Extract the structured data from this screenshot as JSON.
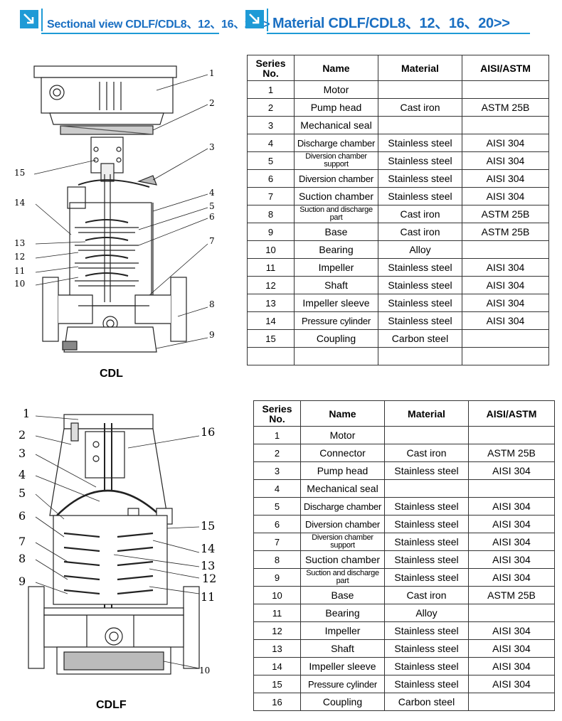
{
  "left_header": {
    "title": "Sectional view CDLF/CDL8、12、16、20>>"
  },
  "right_header": {
    "title": "Material CDLF/CDL8、12、16、20>>"
  },
  "colors": {
    "accent": "#1e9ad6",
    "title_text": "#1a6fc2"
  },
  "diagram_cdl": {
    "caption": "CDL",
    "callouts": [
      "1",
      "2",
      "3",
      "4",
      "5",
      "6",
      "7",
      "8",
      "9",
      "10",
      "11",
      "12",
      "13",
      "14",
      "15"
    ]
  },
  "diagram_cdlf": {
    "caption": "CDLF",
    "callouts": [
      "1",
      "2",
      "3",
      "4",
      "5",
      "6",
      "7",
      "8",
      "9",
      "10",
      "11",
      "12",
      "13",
      "14",
      "15",
      "16"
    ]
  },
  "table_cdl": {
    "headers": [
      "Series No.",
      "Name",
      "Material",
      "AISI/ASTM"
    ],
    "rows": [
      [
        "1",
        "Motor",
        "",
        ""
      ],
      [
        "2",
        "Pump head",
        "Cast iron",
        "ASTM 25B"
      ],
      [
        "3",
        "Mechanical seal",
        "",
        ""
      ],
      [
        "4",
        "Discharge chamber",
        "Stainless steel",
        "AISI 304"
      ],
      [
        "5",
        "Diversion chamber support",
        "Stainless steel",
        "AISI 304"
      ],
      [
        "6",
        "Diversion chamber",
        "Stainless steel",
        "AISI 304"
      ],
      [
        "7",
        "Suction chamber",
        "Stainless steel",
        "AISI 304"
      ],
      [
        "8",
        "Suction and discharge part",
        "Cast iron",
        "ASTM 25B"
      ],
      [
        "9",
        "Base",
        "Cast iron",
        "ASTM 25B"
      ],
      [
        "10",
        "Bearing",
        "Alloy",
        ""
      ],
      [
        "11",
        "Impeller",
        "Stainless steel",
        "AISI 304"
      ],
      [
        "12",
        "Shaft",
        "Stainless steel",
        "AISI 304"
      ],
      [
        "13",
        "Impeller sleeve",
        "Stainless steel",
        "AISI 304"
      ],
      [
        "14",
        "Pressure cylinder",
        "Stainless steel",
        "AISI 304"
      ],
      [
        "15",
        "Coupling",
        "Carbon steel",
        ""
      ],
      [
        "",
        "",
        "",
        ""
      ]
    ]
  },
  "table_cdlf": {
    "headers": [
      "Series No.",
      "Name",
      "Material",
      "AISI/ASTM"
    ],
    "rows": [
      [
        "1",
        "Motor",
        "",
        ""
      ],
      [
        "2",
        "Connector",
        "Cast iron",
        "ASTM 25B"
      ],
      [
        "3",
        "Pump head",
        "Stainless steel",
        "AISI 304"
      ],
      [
        "4",
        "Mechanical seal",
        "",
        ""
      ],
      [
        "5",
        "Discharge chamber",
        "Stainless steel",
        "AISI 304"
      ],
      [
        "6",
        "Diversion chamber",
        "Stainless steel",
        "AISI 304"
      ],
      [
        "7",
        "Diversion chamber support",
        "Stainless steel",
        "AISI 304"
      ],
      [
        "8",
        "Suction chamber",
        "Stainless steel",
        "AISI 304"
      ],
      [
        "9",
        "Suction and discharge part",
        "Stainless steel",
        "AISI 304"
      ],
      [
        "10",
        "Base",
        "Cast iron",
        "ASTM 25B"
      ],
      [
        "11",
        "Bearing",
        "Alloy",
        ""
      ],
      [
        "12",
        "Impeller",
        "Stainless steel",
        "AISI 304"
      ],
      [
        "13",
        "Shaft",
        "Stainless steel",
        "AISI 304"
      ],
      [
        "14",
        "Impeller sleeve",
        "Stainless steel",
        "AISI 304"
      ],
      [
        "15",
        "Pressure cylinder",
        "Stainless steel",
        "AISI 304"
      ],
      [
        "16",
        "Coupling",
        "Carbon steel",
        ""
      ]
    ]
  }
}
